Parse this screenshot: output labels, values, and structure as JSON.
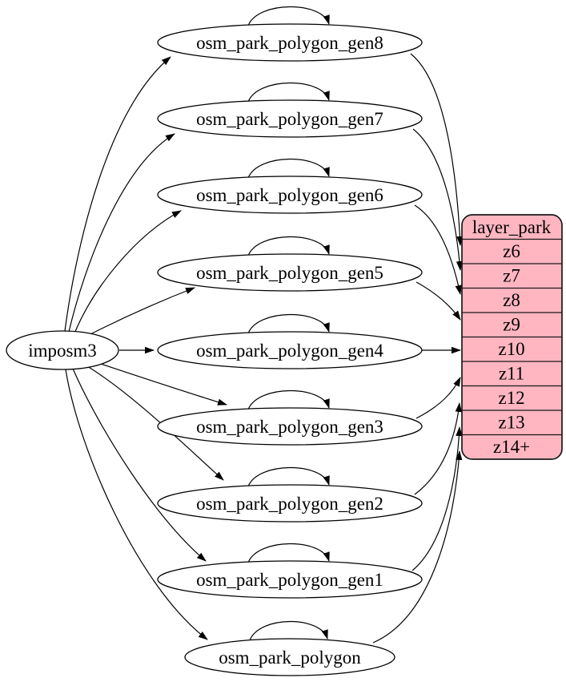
{
  "nodes": {
    "imposm3": {
      "label": "imposm3"
    },
    "gen8": {
      "label": "osm_park_polygon_gen8"
    },
    "gen7": {
      "label": "osm_park_polygon_gen7"
    },
    "gen6": {
      "label": "osm_park_polygon_gen6"
    },
    "gen5": {
      "label": "osm_park_polygon_gen5"
    },
    "gen4": {
      "label": "osm_park_polygon_gen4"
    },
    "gen3": {
      "label": "osm_park_polygon_gen3"
    },
    "gen2": {
      "label": "osm_park_polygon_gen2"
    },
    "gen1": {
      "label": "osm_park_polygon_gen1"
    },
    "polygon": {
      "label": "osm_park_polygon"
    }
  },
  "table": {
    "title": "layer_park",
    "rows": [
      "z6",
      "z7",
      "z8",
      "z9",
      "z10",
      "z11",
      "z12",
      "z13",
      "z14+"
    ],
    "fill_color": "#ffb6c1",
    "border_color": "#1a1a1a"
  },
  "edges": [
    {
      "from": "imposm3",
      "to": "osm_park_polygon_gen8"
    },
    {
      "from": "imposm3",
      "to": "osm_park_polygon_gen7"
    },
    {
      "from": "imposm3",
      "to": "osm_park_polygon_gen6"
    },
    {
      "from": "imposm3",
      "to": "osm_park_polygon_gen5"
    },
    {
      "from": "imposm3",
      "to": "osm_park_polygon_gen4"
    },
    {
      "from": "imposm3",
      "to": "osm_park_polygon_gen3"
    },
    {
      "from": "imposm3",
      "to": "osm_park_polygon_gen2"
    },
    {
      "from": "imposm3",
      "to": "osm_park_polygon_gen1"
    },
    {
      "from": "imposm3",
      "to": "osm_park_polygon"
    },
    {
      "from": "osm_park_polygon_gen8",
      "to": "osm_park_polygon_gen8"
    },
    {
      "from": "osm_park_polygon_gen7",
      "to": "osm_park_polygon_gen7"
    },
    {
      "from": "osm_park_polygon_gen6",
      "to": "osm_park_polygon_gen6"
    },
    {
      "from": "osm_park_polygon_gen5",
      "to": "osm_park_polygon_gen5"
    },
    {
      "from": "osm_park_polygon_gen4",
      "to": "osm_park_polygon_gen4"
    },
    {
      "from": "osm_park_polygon_gen3",
      "to": "osm_park_polygon_gen3"
    },
    {
      "from": "osm_park_polygon_gen2",
      "to": "osm_park_polygon_gen2"
    },
    {
      "from": "osm_park_polygon_gen1",
      "to": "osm_park_polygon_gen1"
    },
    {
      "from": "osm_park_polygon",
      "to": "osm_park_polygon"
    },
    {
      "from": "osm_park_polygon_gen8",
      "to": "layer_park.z6"
    },
    {
      "from": "osm_park_polygon_gen7",
      "to": "layer_park.z7"
    },
    {
      "from": "osm_park_polygon_gen6",
      "to": "layer_park.z8"
    },
    {
      "from": "osm_park_polygon_gen5",
      "to": "layer_park.z9"
    },
    {
      "from": "osm_park_polygon_gen4",
      "to": "layer_park.z10"
    },
    {
      "from": "osm_park_polygon_gen3",
      "to": "layer_park.z11"
    },
    {
      "from": "osm_park_polygon_gen2",
      "to": "layer_park.z12"
    },
    {
      "from": "osm_park_polygon_gen1",
      "to": "layer_park.z13"
    },
    {
      "from": "osm_park_polygon",
      "to": "layer_park.z14+"
    }
  ]
}
